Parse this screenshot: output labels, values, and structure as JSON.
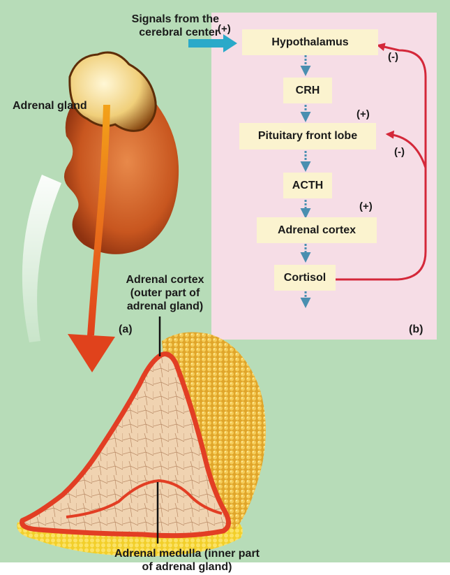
{
  "colors": {
    "background": "#b7dcb8",
    "panel": "#f6dde6",
    "box": "#fbf3cf",
    "feedback_arrow": "#d4283a",
    "signal_arrow": "#2aa9c9",
    "flow_arrow": "#4a8fb0"
  },
  "panel_b": {
    "label": "(b)",
    "signal_in_label": "Signals from the\ncerebral center",
    "signal_in_sign": "(+)",
    "steps": [
      "Hypothalamus",
      "CRH",
      "Pituitary front lobe",
      "ACTH",
      "Adrenal cortex",
      "Cortisol"
    ],
    "stimulation_signs": [
      "(+)",
      "(+)"
    ],
    "inhibition_signs": [
      "(-)",
      "(-)"
    ]
  },
  "panel_a": {
    "label": "(a)",
    "adrenal_gland_label": "Adrenal gland",
    "cortex_label": "Adrenal cortex\n(outer part of\nadrenal gland)",
    "medulla_label": "Adrenal medulla (inner part\nof adrenal gland)"
  }
}
